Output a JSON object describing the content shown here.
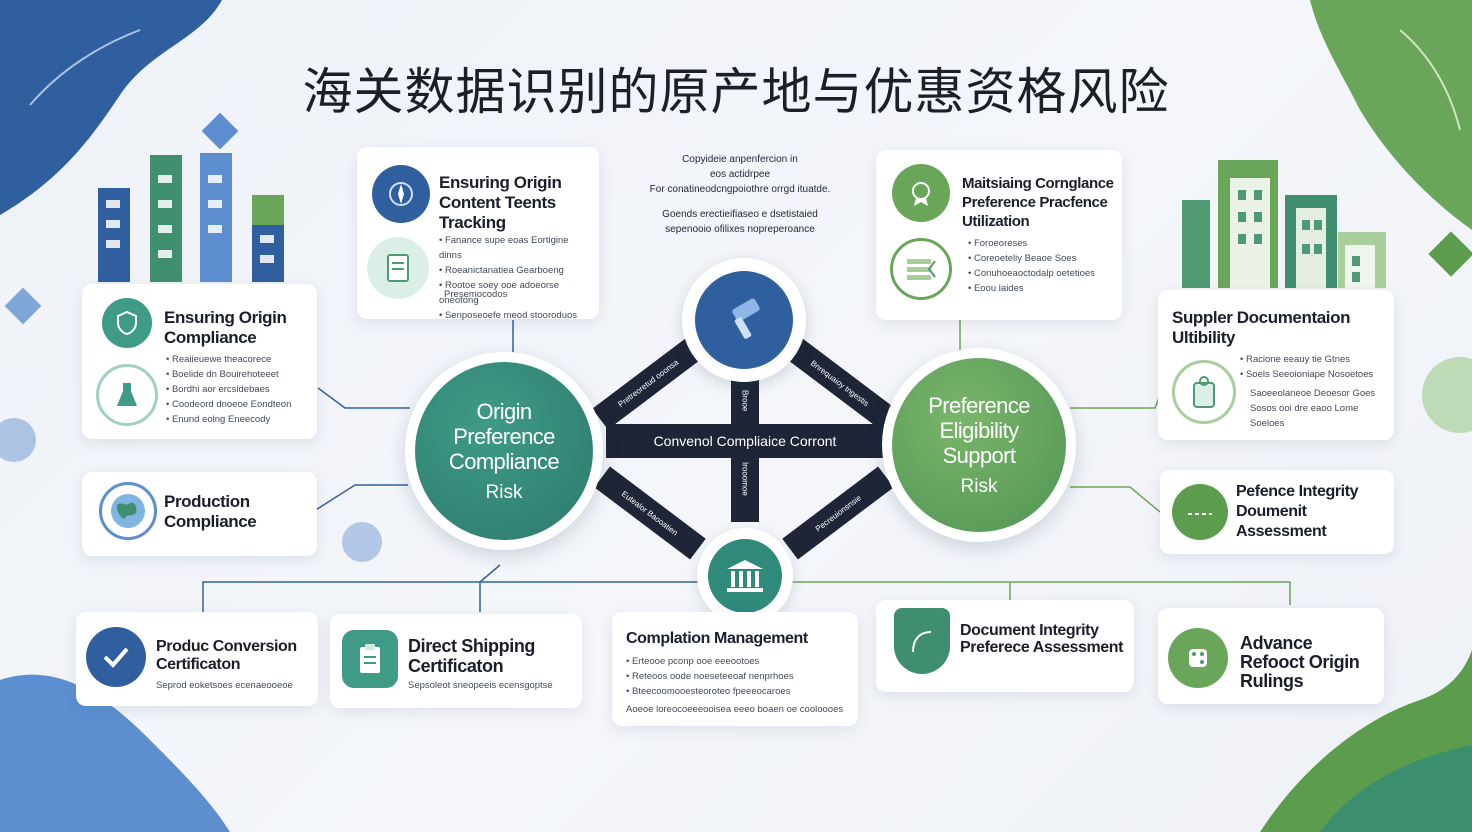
{
  "title": "海关数据识别的原产地与优惠资格风险",
  "colors": {
    "blue": "#2f5f9e",
    "teal": "#2f8a7c",
    "green": "#5c9c4d",
    "dark": "#1e2536",
    "line_blue": "#35619c",
    "line_green": "#6aa65a"
  },
  "top_note": {
    "lines": [
      "Copyideie anpenfercion in",
      "eos actidrpee",
      "For conatineodcngpoiothre orrgd ituatde.",
      "Goends erectieifiaseo e dsetistaied",
      "sepenooio ofilixes nopreperoance"
    ]
  },
  "hubs": {
    "left": {
      "lines": [
        "Origin",
        "Preference",
        "Compliance"
      ],
      "risk": "Risk"
    },
    "right": {
      "lines": [
        "Preference",
        "Eligibility",
        "Support"
      ],
      "risk": "Risk"
    }
  },
  "center": {
    "band_label": "Convenol Compliaice Corront",
    "diag_labels": [
      "Pretreoretud ooonsa",
      "Bnrequaioy tngestis",
      "Eutealor Baooatien",
      "Pecreuionsnsie"
    ],
    "vert_labels": [
      "Brooe",
      "Irooomoe"
    ],
    "top_icon": "gavel-icon",
    "bottom_icon": "building-columns-icon"
  },
  "cards": {
    "tracking": {
      "title": "Ensuring Origin Content Teents Tracking",
      "icons": [
        "compass-icon",
        "document-icon"
      ],
      "bullets": [
        "Fanance supe eoas Eortigine dinns",
        "Roeanictanatiea Gearboeng",
        "Rootoe soey ooe adoeorse oneotong",
        "Senposeoefe meod stooroduos"
      ],
      "footer": "Presemocodos"
    },
    "compliance": {
      "title": "Ensuring Origin Compliance",
      "icons": [
        "shield-icon",
        "flask-icon"
      ],
      "bullets": [
        "Reaiieuewe theacorece",
        "Boelide dn Bouirehoteeet",
        "Bordhi aor ercsidebaes",
        "Coodeord dnoeoe Eondteon",
        "Enund eolng Eneecody"
      ]
    },
    "production": {
      "title": "Production Compliance",
      "icon": "globe-icon"
    },
    "conversion": {
      "title": "Produc Conversion Certificaton",
      "icon": "checkmark-icon",
      "sub": "Seprod eoketsoes ecenaeooeoe"
    },
    "shipping": {
      "title": "Direct Shipping Certificaton",
      "icon": "clipboard-icon",
      "sub": "Sepsoleot sneopeeis ecensgoptse"
    },
    "management": {
      "title": "Complation Management",
      "bullets": [
        "Erteooe pconp ooe eeeootoes",
        "Reteoos oode noeseteeoaf nenprhoes",
        "Bteecoomooesteoroteo fpeeeocaroes"
      ],
      "footer": "Aoeoe loreocoeeeooisea eeeo boaen oe cooloooes"
    },
    "maintaining": {
      "title": "Maitsiaing Cornglance Preference Pracfence Utilization",
      "icons": [
        "badge-icon",
        "list-icon"
      ],
      "bullets": [
        "Foroeoreses",
        "Coreoeteliy Beaoe Soes",
        "Conuhoeaoctodalp oetetioes",
        "Eoou laides"
      ]
    },
    "supplier": {
      "title": "Suppler Documentaion Ultibility",
      "icon": "key-tag-icon",
      "bullets": [
        "Racione eeauy tie Gtnes",
        "Soels Seeoioniape Nosoetoes"
      ],
      "notes": [
        "Saoeeolaneoe Deoesor Goes",
        "Sosos ooi dre eaoo Lome",
        "Soeloes"
      ]
    },
    "integrity_right": {
      "title": "Pefence Integrity Doumenit Assessment",
      "icon": "dashed-lines-icon"
    },
    "doc_integrity": {
      "title": "Document Integrity Preferece Assessment",
      "icon": "shield-outline-icon"
    },
    "advance": {
      "title": "Advance Refooct Origin Rulings",
      "icon": "dice-icon"
    }
  }
}
